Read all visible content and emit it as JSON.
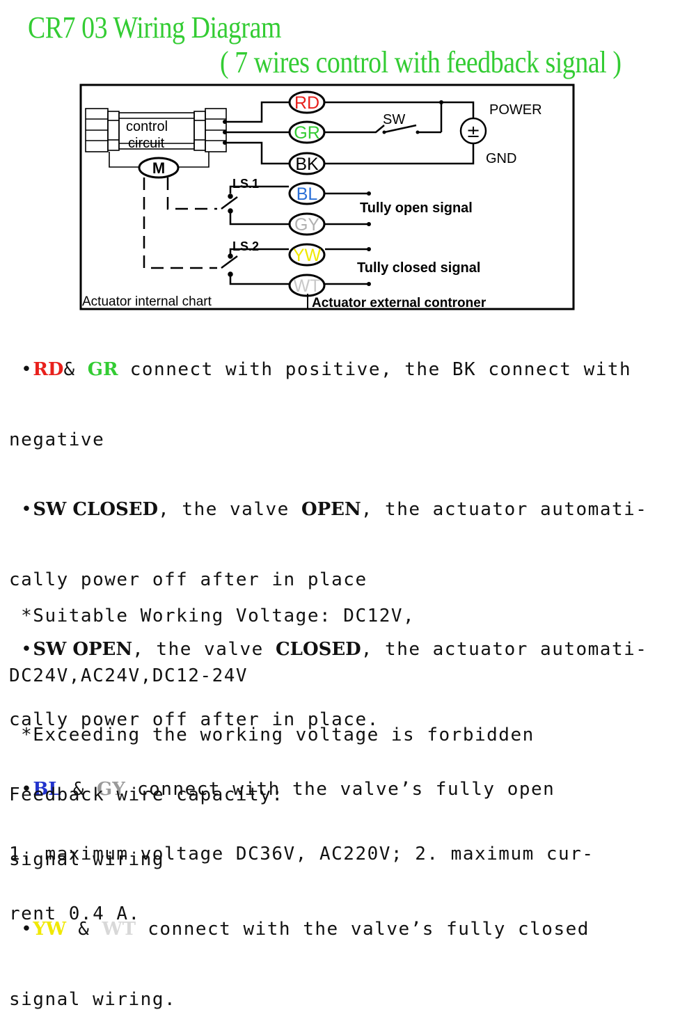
{
  "title": "CR7 03 Wiring Diagram",
  "subtitle": "( 7 wires control with feedback signal )",
  "diagram": {
    "control_label_1": "control",
    "control_label_2": "circuit",
    "motor": "M",
    "ls1": "LS.1",
    "ls2": "LS.2",
    "sw": "SW",
    "power_symbol": "±",
    "power": "POWER",
    "gnd": "GND",
    "open_signal": "Tully open signal",
    "closed_signal": "Tully closed signal",
    "internal_label": "Actuator internal chart",
    "external_label": "Actuator external controner",
    "wires": [
      {
        "code": "RD",
        "color": "#e8201c"
      },
      {
        "code": "GR",
        "color": "#33cc33"
      },
      {
        "code": "BK",
        "color": "#000000"
      },
      {
        "code": "BL",
        "color": "#2a6fd6"
      },
      {
        "code": "GY",
        "color": "#b0b0b0"
      },
      {
        "code": "YW",
        "color": "#f0e800"
      },
      {
        "code": "WT",
        "color": "#c8c8c8"
      }
    ]
  },
  "notes": {
    "n1_rd": "RD",
    "n1_amp": "&",
    "n1_gr": "GR",
    "n1_text": " connect with positive, the BK connect with",
    "n1_cont": "negative",
    "n2_sw": "SW CLOSED",
    "n2_mid": ", the valve ",
    "n2_open": "OPEN",
    "n2_text": ", the actuator automati-",
    "n2_cont": "cally power off after in place",
    "n3_sw": "SW OPEN",
    "n3_mid": ", the valve ",
    "n3_closed": "CLOSED",
    "n3_text": ", the actuator automati-",
    "n3_cont": "cally power off after in place.",
    "n4_bl": "BL",
    "n4_amp": " & ",
    "n4_gy": "GY",
    "n4_text": " connect with the valve’s fully open",
    "n4_cont": "signal wiring",
    "n5_yw": "YW",
    "n5_amp": " & ",
    "n5_wt": "WT",
    "n5_text": " connect with the valve’s fully closed",
    "n5_cont": "signal wiring."
  },
  "specs": {
    "s1": " *Suitable Working Voltage: DC12V,",
    "s2": "DC24V,AC24V,DC12-24V",
    "s3": " *Exceeding the working voltage is forbidden",
    "s4": "Feedback wire capacity:",
    "s5": "1. maximum voltage DC36V, AC220V; 2. maximum cur-",
    "s6": "rent 0.4 A."
  }
}
